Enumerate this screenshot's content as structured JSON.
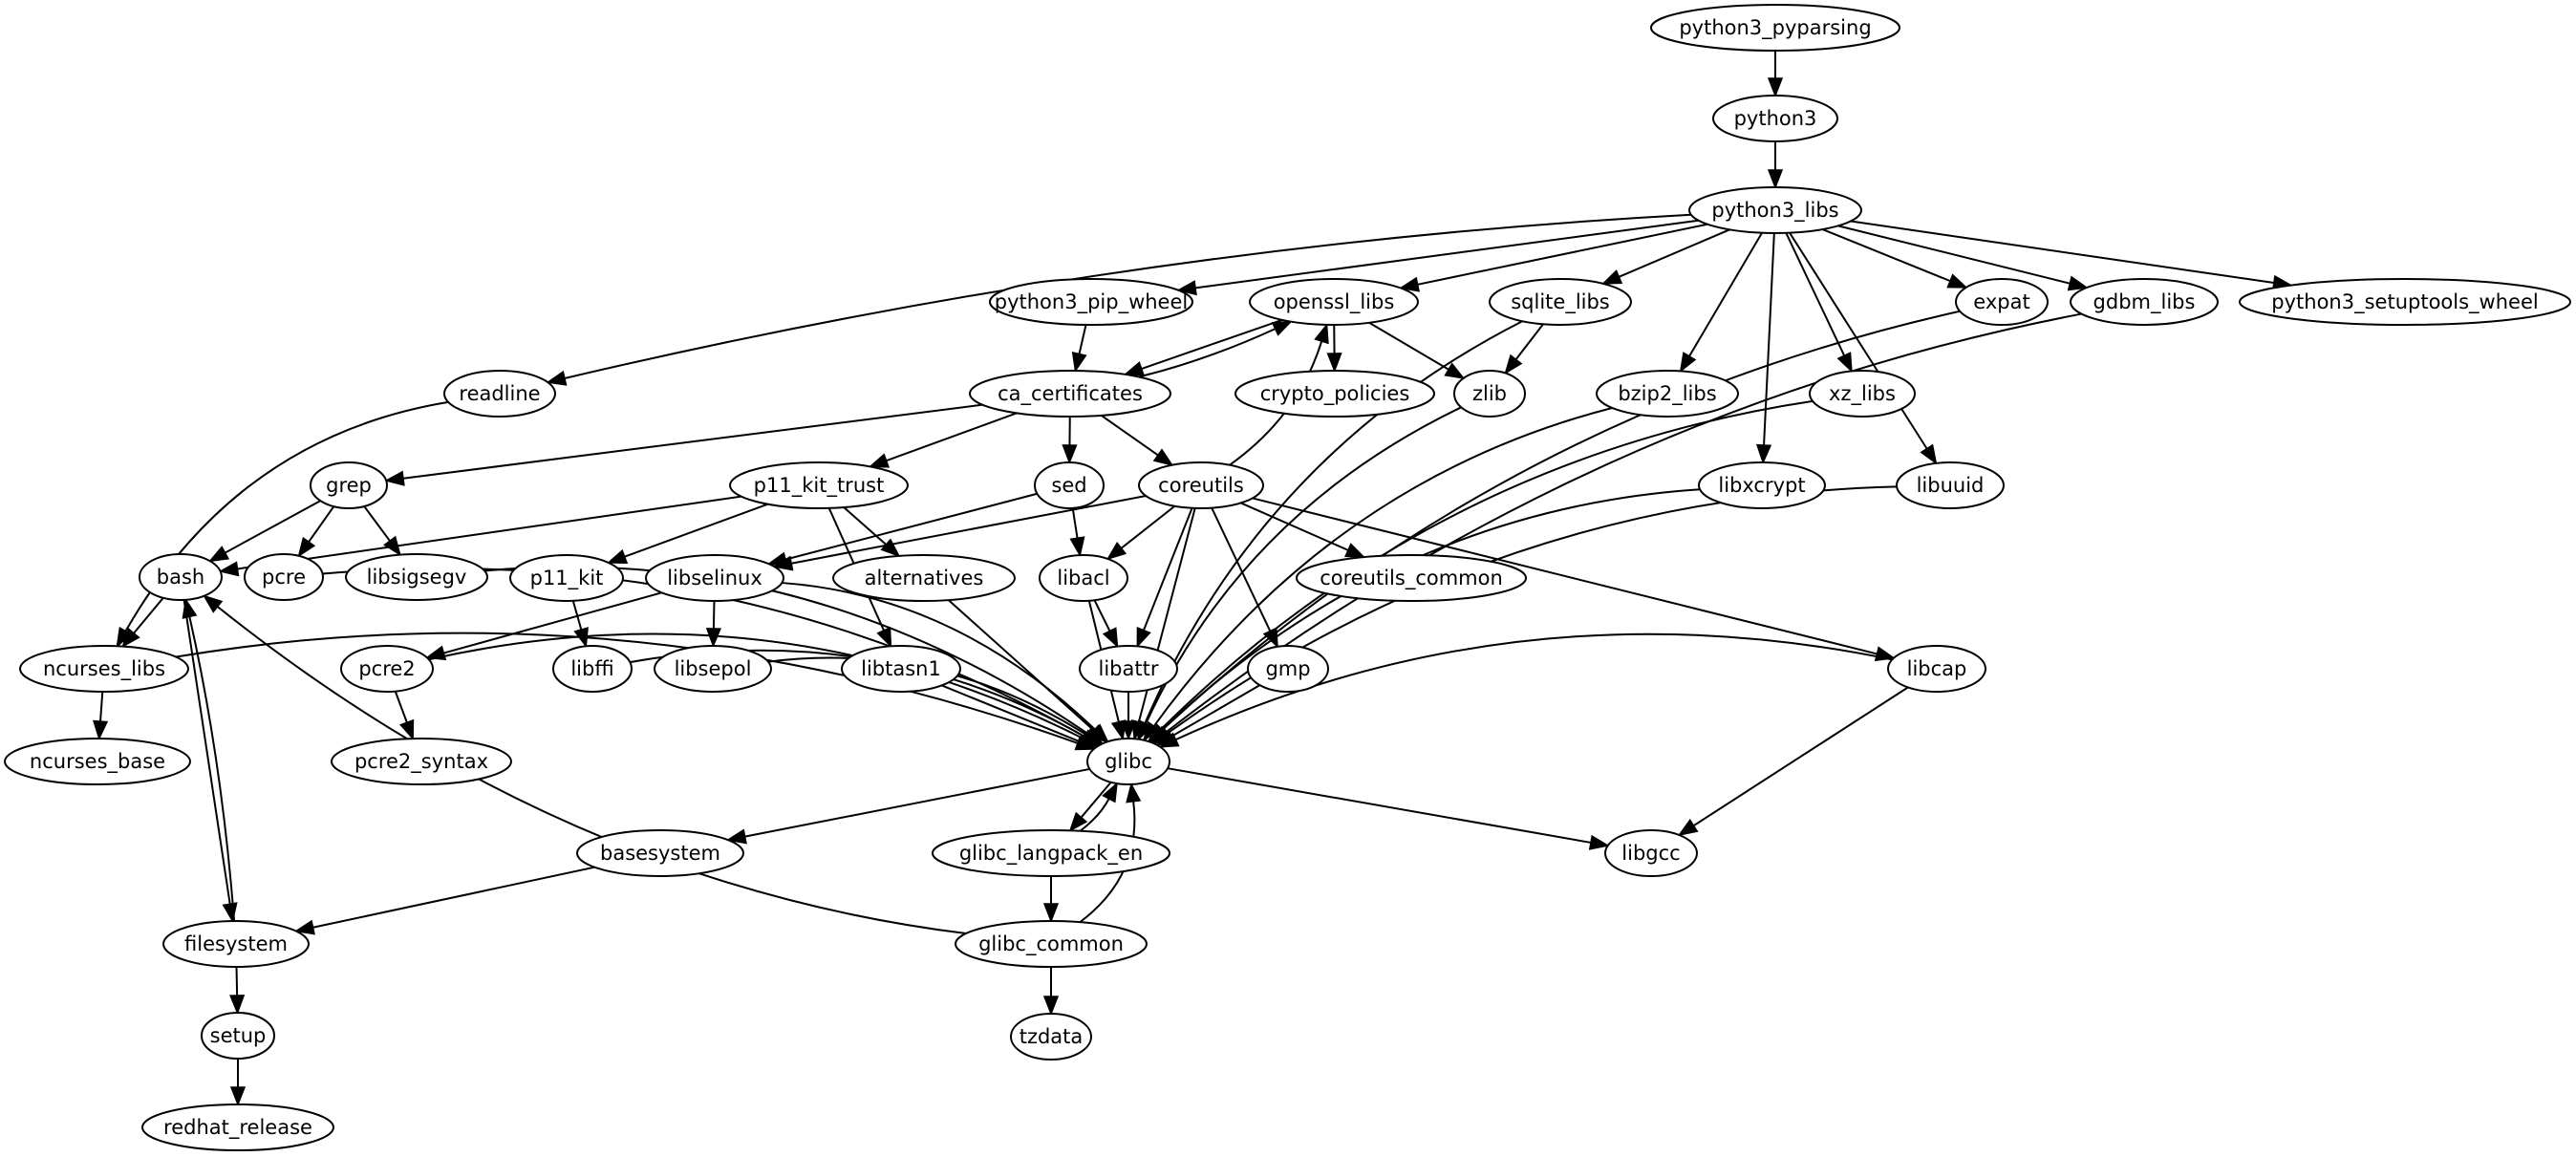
{
  "diagram": {
    "type": "directed-graph",
    "colors": {
      "stroke": "#000000",
      "fill": "#ffffff",
      "text": "#000000"
    },
    "nodes": [
      {
        "id": "python3_pyparsing",
        "label": "python3_pyparsing"
      },
      {
        "id": "python3",
        "label": "python3"
      },
      {
        "id": "python3_libs",
        "label": "python3_libs"
      },
      {
        "id": "readline",
        "label": "readline"
      },
      {
        "id": "python3_pip_wheel",
        "label": "python3_pip_wheel"
      },
      {
        "id": "openssl_libs",
        "label": "openssl_libs"
      },
      {
        "id": "sqlite_libs",
        "label": "sqlite_libs"
      },
      {
        "id": "expat",
        "label": "expat"
      },
      {
        "id": "gdbm_libs",
        "label": "gdbm_libs"
      },
      {
        "id": "python3_setuptools_wheel",
        "label": "python3_setuptools_wheel"
      },
      {
        "id": "ca_certificates",
        "label": "ca_certificates"
      },
      {
        "id": "crypto_policies",
        "label": "crypto_policies"
      },
      {
        "id": "zlib",
        "label": "zlib"
      },
      {
        "id": "bzip2_libs",
        "label": "bzip2_libs"
      },
      {
        "id": "xz_libs",
        "label": "xz_libs"
      },
      {
        "id": "grep",
        "label": "grep"
      },
      {
        "id": "p11_kit_trust",
        "label": "p11_kit_trust"
      },
      {
        "id": "sed",
        "label": "sed"
      },
      {
        "id": "coreutils",
        "label": "coreutils"
      },
      {
        "id": "libxcrypt",
        "label": "libxcrypt"
      },
      {
        "id": "libuuid",
        "label": "libuuid"
      },
      {
        "id": "bash",
        "label": "bash"
      },
      {
        "id": "pcre",
        "label": "pcre"
      },
      {
        "id": "libsigsegv",
        "label": "libsigsegv"
      },
      {
        "id": "p11_kit",
        "label": "p11_kit"
      },
      {
        "id": "libselinux",
        "label": "libselinux"
      },
      {
        "id": "alternatives",
        "label": "alternatives"
      },
      {
        "id": "libacl",
        "label": "libacl"
      },
      {
        "id": "coreutils_common",
        "label": "coreutils_common"
      },
      {
        "id": "ncurses_libs",
        "label": "ncurses_libs"
      },
      {
        "id": "pcre2",
        "label": "pcre2"
      },
      {
        "id": "libffi",
        "label": "libffi"
      },
      {
        "id": "libsepol",
        "label": "libsepol"
      },
      {
        "id": "libtasn1",
        "label": "libtasn1"
      },
      {
        "id": "libattr",
        "label": "libattr"
      },
      {
        "id": "gmp",
        "label": "gmp"
      },
      {
        "id": "libcap",
        "label": "libcap"
      },
      {
        "id": "ncurses_base",
        "label": "ncurses_base"
      },
      {
        "id": "pcre2_syntax",
        "label": "pcre2_syntax"
      },
      {
        "id": "glibc",
        "label": "glibc"
      },
      {
        "id": "basesystem",
        "label": "basesystem"
      },
      {
        "id": "glibc_langpack_en",
        "label": "glibc_langpack_en"
      },
      {
        "id": "libgcc",
        "label": "libgcc"
      },
      {
        "id": "filesystem",
        "label": "filesystem"
      },
      {
        "id": "glibc_common",
        "label": "glibc_common"
      },
      {
        "id": "setup",
        "label": "setup"
      },
      {
        "id": "tzdata",
        "label": "tzdata"
      },
      {
        "id": "redhat_release",
        "label": "redhat_release"
      }
    ],
    "edges": [
      [
        "python3_pyparsing",
        "python3"
      ],
      [
        "python3",
        "python3_libs"
      ],
      [
        "python3_libs",
        "readline"
      ],
      [
        "python3_libs",
        "python3_pip_wheel"
      ],
      [
        "python3_libs",
        "openssl_libs"
      ],
      [
        "python3_libs",
        "sqlite_libs"
      ],
      [
        "python3_libs",
        "bzip2_libs"
      ],
      [
        "python3_libs",
        "libxcrypt"
      ],
      [
        "python3_libs",
        "xz_libs"
      ],
      [
        "python3_libs",
        "libuuid"
      ],
      [
        "python3_libs",
        "expat"
      ],
      [
        "python3_libs",
        "gdbm_libs"
      ],
      [
        "python3_libs",
        "python3_setuptools_wheel"
      ],
      [
        "python3_pip_wheel",
        "ca_certificates"
      ],
      [
        "openssl_libs",
        "ca_certificates"
      ],
      [
        "ca_certificates",
        "openssl_libs"
      ],
      [
        "openssl_libs",
        "crypto_policies"
      ],
      [
        "openssl_libs",
        "zlib"
      ],
      [
        "sqlite_libs",
        "zlib"
      ],
      [
        "sqlite_libs",
        "glibc"
      ],
      [
        "readline",
        "ncurses_libs"
      ],
      [
        "ca_certificates",
        "grep"
      ],
      [
        "ca_certificates",
        "p11_kit_trust"
      ],
      [
        "ca_certificates",
        "sed"
      ],
      [
        "ca_certificates",
        "coreutils"
      ],
      [
        "grep",
        "bash"
      ],
      [
        "grep",
        "pcre"
      ],
      [
        "grep",
        "libsigsegv"
      ],
      [
        "p11_kit_trust",
        "bash"
      ],
      [
        "p11_kit_trust",
        "p11_kit"
      ],
      [
        "p11_kit_trust",
        "alternatives"
      ],
      [
        "p11_kit_trust",
        "libtasn1"
      ],
      [
        "sed",
        "libselinux"
      ],
      [
        "sed",
        "libacl"
      ],
      [
        "coreutils",
        "openssl_libs"
      ],
      [
        "coreutils",
        "libselinux"
      ],
      [
        "coreutils",
        "libacl"
      ],
      [
        "coreutils",
        "libattr"
      ],
      [
        "coreutils",
        "glibc"
      ],
      [
        "coreutils",
        "gmp"
      ],
      [
        "coreutils",
        "coreutils_common"
      ],
      [
        "coreutils",
        "libcap"
      ],
      [
        "bash",
        "ncurses_libs"
      ],
      [
        "bash",
        "filesystem"
      ],
      [
        "filesystem",
        "bash"
      ],
      [
        "ncurses_libs",
        "ncurses_base"
      ],
      [
        "ncurses_libs",
        "glibc"
      ],
      [
        "pcre",
        "glibc"
      ],
      [
        "libsigsegv",
        "glibc"
      ],
      [
        "p11_kit",
        "libffi"
      ],
      [
        "libffi",
        "glibc"
      ],
      [
        "libselinux",
        "pcre2"
      ],
      [
        "libselinux",
        "libsepol"
      ],
      [
        "libselinux",
        "glibc"
      ],
      [
        "pcre2",
        "pcre2_syntax"
      ],
      [
        "pcre2",
        "glibc"
      ],
      [
        "libsepol",
        "glibc"
      ],
      [
        "libtasn1",
        "glibc"
      ],
      [
        "alternatives",
        "glibc"
      ],
      [
        "libacl",
        "libattr"
      ],
      [
        "libacl",
        "glibc"
      ],
      [
        "libattr",
        "glibc"
      ],
      [
        "gmp",
        "glibc"
      ],
      [
        "libcap",
        "glibc"
      ],
      [
        "libcap",
        "libgcc"
      ],
      [
        "zlib",
        "glibc"
      ],
      [
        "bzip2_libs",
        "glibc"
      ],
      [
        "xz_libs",
        "glibc"
      ],
      [
        "libxcrypt",
        "glibc"
      ],
      [
        "libuuid",
        "glibc"
      ],
      [
        "expat",
        "glibc"
      ],
      [
        "gdbm_libs",
        "glibc"
      ],
      [
        "glibc",
        "basesystem"
      ],
      [
        "glibc",
        "glibc_langpack_en"
      ],
      [
        "glibc",
        "libgcc"
      ],
      [
        "glibc_langpack_en",
        "glibc"
      ],
      [
        "glibc_langpack_en",
        "glibc_common"
      ],
      [
        "glibc_common",
        "glibc"
      ],
      [
        "glibc_common",
        "bash"
      ],
      [
        "glibc_common",
        "tzdata"
      ],
      [
        "basesystem",
        "filesystem"
      ],
      [
        "setup",
        "redhat_release"
      ],
      [
        "filesystem",
        "setup"
      ]
    ]
  }
}
